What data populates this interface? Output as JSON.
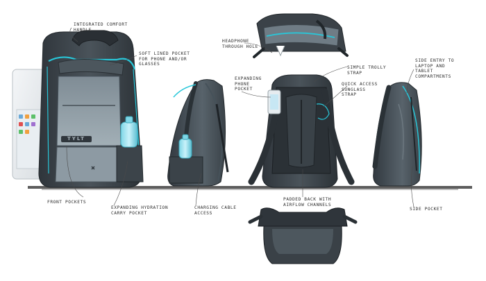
{
  "brand_mark": "TYLT",
  "colors": {
    "body_dark": "#3c4249",
    "body_mid": "#5f6a72",
    "panel_light": "#8b98a0",
    "accent": "#28c7d9",
    "ground_shadow": "#5d5d5d"
  },
  "labels": {
    "integrated_handle": [
      "INTEGRATED COMFORT",
      "HANDLE"
    ],
    "soft_lined_pocket": [
      "SOFT LINED POCKET",
      "FOR PHONE AND/OR",
      "GLASSES"
    ],
    "front_pockets": [
      "FRONT POCKETS"
    ],
    "expanding_hydration": [
      "EXPANDING HYDRATION",
      "CARRY POCKET"
    ],
    "charging_cable": [
      "CHARGING CABLE",
      "ACCESS"
    ],
    "headphone_hole": [
      "HEADPHONE",
      "THROUGH HOLE"
    ],
    "expanding_phone": [
      "EXPANDING",
      "PHONE",
      "POCKET"
    ],
    "simple_trolly": [
      "SIMPLE TROLLY",
      "STRAP"
    ],
    "quick_access": [
      "QUICK ACCESS",
      "SUNGLASS",
      "STRAP"
    ],
    "padded_back": [
      "PADDED BACK WITH",
      "AIRFLOW CHANNELS"
    ],
    "side_entry": [
      "SIDE ENTRY TO",
      "LAPTOP AND",
      "TABLET",
      "COMPARTMENTS"
    ],
    "side_pocket": [
      "SIDE POCKET"
    ]
  }
}
